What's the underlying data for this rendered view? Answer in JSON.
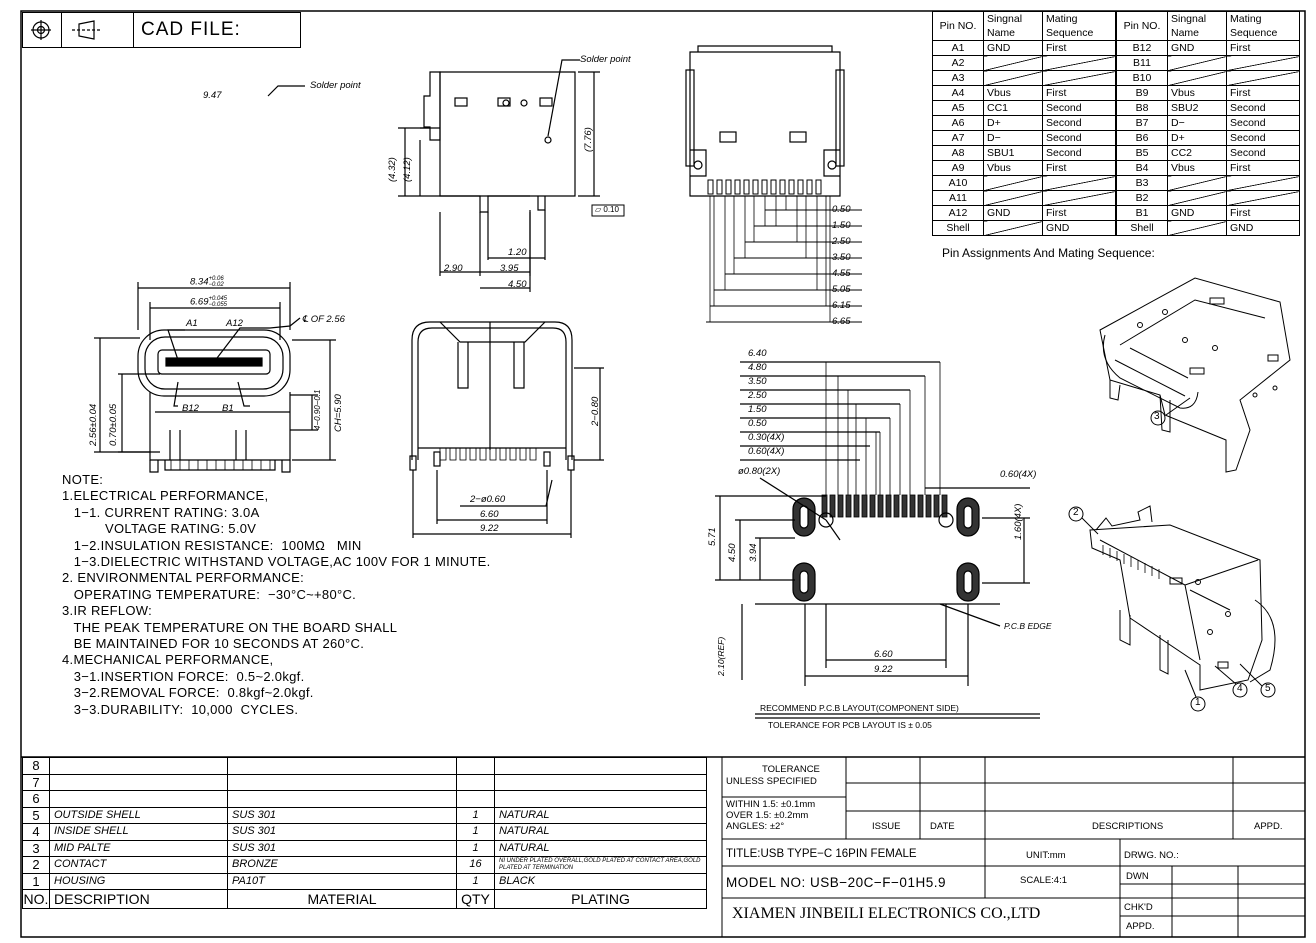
{
  "header": {
    "cad_label": "CAD FILE:"
  },
  "pin_table": {
    "headers": [
      "Pin NO.",
      "Singnal Name",
      "Mating Sequence",
      "Pin NO.",
      "Singnal Name",
      "Mating Sequence"
    ],
    "rows": [
      [
        "A1",
        "GND",
        "First",
        "B12",
        "GND",
        "First"
      ],
      [
        "A2",
        "",
        "",
        "B11",
        "",
        ""
      ],
      [
        "A3",
        "",
        "",
        "B10",
        "",
        ""
      ],
      [
        "A4",
        "Vbus",
        "First",
        "B9",
        "Vbus",
        "First"
      ],
      [
        "A5",
        "CC1",
        "Second",
        "B8",
        "SBU2",
        "Second"
      ],
      [
        "A6",
        "D+",
        "Second",
        "B7",
        "D−",
        "Second"
      ],
      [
        "A7",
        "D−",
        "Second",
        "B6",
        "D+",
        "Second"
      ],
      [
        "A8",
        "SBU1",
        "Second",
        "B5",
        "CC2",
        "Second"
      ],
      [
        "A9",
        "Vbus",
        "First",
        "B4",
        "Vbus",
        "First"
      ],
      [
        "A10",
        "",
        "",
        "B3",
        "",
        ""
      ],
      [
        "A11",
        "",
        "",
        "B2",
        "",
        ""
      ],
      [
        "A12",
        "GND",
        "First",
        "B1",
        "GND",
        "First"
      ],
      [
        "Shell",
        "",
        "GND",
        "Shell",
        "",
        "GND"
      ]
    ],
    "caption": "Pin Assignments And Mating Sequence:"
  },
  "dims": {
    "d947": "9.47",
    "solder1": "Solder point",
    "solder2": "Solder point",
    "d432": "(4.32)",
    "d412": "(4.12)",
    "d776": "(7.76)",
    "flat": "⏥ 0.10",
    "d120": "1.20",
    "d290": "2.90",
    "d395": "3.95",
    "d450a": "4.50",
    "d834": "8.34",
    "d834t": "+0.06",
    "d834b": "−0.02",
    "d669": "6.69",
    "d669t": "+0.045",
    "d669b": "−0.055",
    "a1": "A1",
    "a12": "A12",
    "cl": "℄ OF 2.56",
    "b12": "B12",
    "b1": "B1",
    "d256": "2.56±0.04",
    "d070": "0.70±0.05",
    "d40901": "4−0.90−0.1",
    "dch": "CH=5.90",
    "d080": "2−0.80",
    "d2060": "2−ø0.60",
    "d660a": "6.60",
    "d922a": "9.22",
    "top_dims": [
      "0.50",
      "1.50",
      "2.50",
      "3.50",
      "4.55",
      "5.05",
      "6.15",
      "6.65"
    ],
    "pcb_dims": [
      "6.40",
      "4.80",
      "3.50",
      "2.50",
      "1.50",
      "0.50",
      "0.30(4X)",
      "0.60(4X)"
    ],
    "d080x2": "ø0.80(2X)",
    "d060x4": "0.60(4X)",
    "d160x4": "1.60(4X)",
    "d571": "5.71",
    "d450b": "4.50",
    "d394": "3.94",
    "d210": "2.10(REF)",
    "pcbedge": "P.C.B EDGE",
    "d660b": "6.60",
    "d922b": "9.22",
    "rec1": "RECOMMEND P.C.B LAYOUT(COMPONENT SIDE)",
    "rec2": "TOLERANCE FOR PCB LAYOUT IS ± 0.05",
    "balloons": [
      "1",
      "2",
      "3",
      "4",
      "5"
    ]
  },
  "notes": [
    "NOTE:",
    "1.ELECTRICAL PERFORMANCE,",
    "   1−1. CURRENT RATING: 3.0A",
    "           VOLTAGE RATING: 5.0V",
    "   1−2.INSULATION RESISTANCE:  100MΩ   MIN",
    "   1−3.DIELECTRIC WITHSTAND VOLTAGE,AC 100V FOR 1 MINUTE.",
    "2. ENVIRONMENTAL PERFORMANCE:",
    "   OPERATING TEMPERATURE:  −30°C~+80°C.",
    "3.IR REFLOW:",
    "   THE PEAK TEMPERATURE ON THE BOARD SHALL",
    "   BE MAINTAINED FOR 10 SECONDS AT 260°C.",
    "4.MECHANICAL PERFORMANCE,",
    "   3−1.INSERTION FORCE:  0.5~2.0kgf.",
    "   3−2.REMOVAL FORCE:  0.8kgf~2.0kgf.",
    "   3−3.DURABILITY:  10,000  CYCLES."
  ],
  "bom": {
    "rows": [
      [
        "8",
        "",
        "",
        "",
        ""
      ],
      [
        "7",
        "",
        "",
        "",
        ""
      ],
      [
        "6",
        "",
        "",
        "",
        ""
      ],
      [
        "5",
        "OUTSIDE SHELL",
        "SUS 301",
        "1",
        "NATURAL"
      ],
      [
        "4",
        "INSIDE SHELL",
        "SUS 301",
        "1",
        "NATURAL"
      ],
      [
        "3",
        "MID PALTE",
        "SUS 301",
        "1",
        "NATURAL"
      ],
      [
        "2",
        "CONTACT",
        "BRONZE",
        "16",
        "NI UNDER PLATED OVERALL,GOLD PLATED AT CONTACT AREA,GOLD PLATED AT TERMINATION"
      ],
      [
        "1",
        "HOUSING",
        "PA10T",
        "1",
        "BLACK"
      ]
    ],
    "header": [
      "NO.",
      "DESCRIPTION",
      "MATERIAL",
      "QTY",
      "PLATING"
    ]
  },
  "title_block": {
    "tol1": "TOLERANCE",
    "tol2": "UNLESS SPECIFIED",
    "tol3": "WITHIN 1.5: ±0.1mm",
    "tol4": "OVER 1.5:  ±0.2mm",
    "tol5": "ANGLES: ±2°",
    "issue": "ISSUE",
    "date": "DATE",
    "desc": "DESCRIPTIONS",
    "appd": "APPD.",
    "title": "TITLE:USB TYPE−C 16PIN FEMALE",
    "unit": "UNIT:mm",
    "drwg": "DRWG. NO.:",
    "model": "MODEL  NO: USB−20C−F−01H5.9",
    "scale": "SCALE:4:1",
    "dwn": "DWN",
    "chkd": "CHK'D",
    "company": "XIAMEN JINBEILI ELECTRONICS CO.,LTD",
    "appd2": "APPD."
  }
}
